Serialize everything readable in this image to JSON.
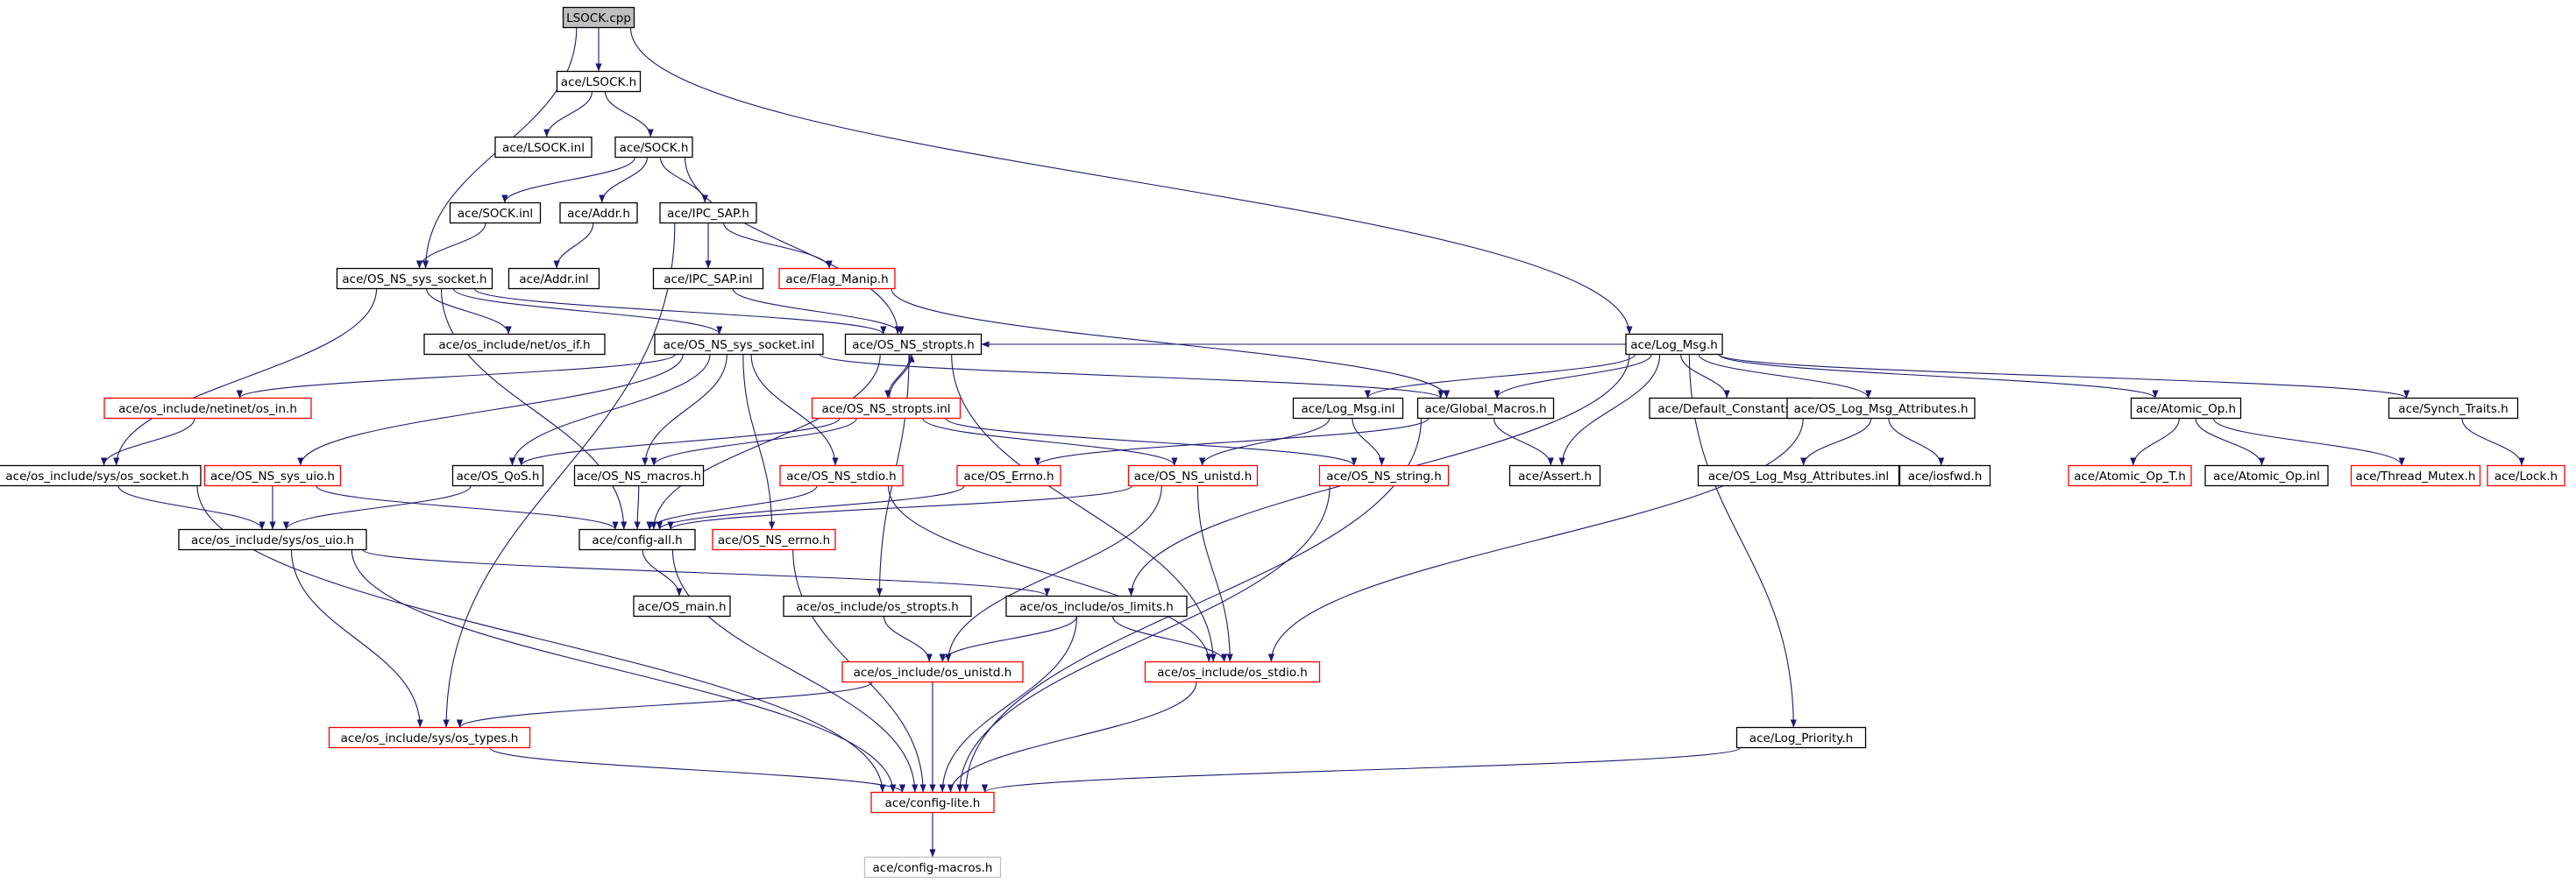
{
  "colors": {
    "edge": "#191970",
    "root_fill": "#bfbfbf",
    "box_default": "#000000",
    "box_undocumented": "#ff0000",
    "box_external": "#bfbfbf"
  },
  "graph": {
    "nodes": [
      {
        "id": "lsock_cpp",
        "label": "LSOCK.cpp",
        "style": "root"
      },
      {
        "id": "lsock_h",
        "label": "ace/LSOCK.h",
        "style": "default"
      },
      {
        "id": "lsock_inl",
        "label": "ace/LSOCK.inl",
        "style": "default"
      },
      {
        "id": "sock_h",
        "label": "ace/SOCK.h",
        "style": "default"
      },
      {
        "id": "sock_inl",
        "label": "ace/SOCK.inl",
        "style": "default"
      },
      {
        "id": "addr_h",
        "label": "ace/Addr.h",
        "style": "default"
      },
      {
        "id": "ipc_sap_h",
        "label": "ace/IPC_SAP.h",
        "style": "default"
      },
      {
        "id": "addr_inl",
        "label": "ace/Addr.inl",
        "style": "default"
      },
      {
        "id": "ipc_sap_inl",
        "label": "ace/IPC_SAP.inl",
        "style": "default"
      },
      {
        "id": "flag_manip",
        "label": "ace/Flag_Manip.h",
        "style": "undocumented"
      },
      {
        "id": "ns_sys_socket_h",
        "label": "ace/OS_NS_sys_socket.h",
        "style": "default"
      },
      {
        "id": "net_os_if",
        "label": "ace/os_include/net/os_if.h",
        "style": "default"
      },
      {
        "id": "ns_sys_socket_inl",
        "label": "ace/OS_NS_sys_socket.inl",
        "style": "default"
      },
      {
        "id": "ns_stropts_h",
        "label": "ace/OS_NS_stropts.h",
        "style": "default"
      },
      {
        "id": "log_msg_h",
        "label": "ace/Log_Msg.h",
        "style": "default"
      },
      {
        "id": "netinet_os_in",
        "label": "ace/os_include/netinet/os_in.h",
        "style": "undocumented"
      },
      {
        "id": "ns_stropts_inl",
        "label": "ace/OS_NS_stropts.inl",
        "style": "undocumented"
      },
      {
        "id": "log_msg_inl",
        "label": "ace/Log_Msg.inl",
        "style": "default"
      },
      {
        "id": "global_macros",
        "label": "ace/Global_Macros.h",
        "style": "default"
      },
      {
        "id": "default_constants",
        "label": "ace/Default_Constants.h",
        "style": "default"
      },
      {
        "id": "log_msg_attr_h",
        "label": "ace/OS_Log_Msg_Attributes.h",
        "style": "default"
      },
      {
        "id": "atomic_op_h",
        "label": "ace/Atomic_Op.h",
        "style": "default"
      },
      {
        "id": "synch_traits",
        "label": "ace/Synch_Traits.h",
        "style": "default"
      },
      {
        "id": "sys_os_socket",
        "label": "ace/os_include/sys/os_socket.h",
        "style": "default"
      },
      {
        "id": "ns_sys_uio",
        "label": "ace/OS_NS_sys_uio.h",
        "style": "undocumented"
      },
      {
        "id": "os_qos",
        "label": "ace/OS_QoS.h",
        "style": "default"
      },
      {
        "id": "ns_macros",
        "label": "ace/OS_NS_macros.h",
        "style": "default"
      },
      {
        "id": "ns_stdio_h",
        "label": "ace/OS_NS_stdio.h",
        "style": "undocumented"
      },
      {
        "id": "os_errno",
        "label": "ace/OS_Errno.h",
        "style": "undocumented"
      },
      {
        "id": "ns_unistd",
        "label": "ace/OS_NS_unistd.h",
        "style": "undocumented"
      },
      {
        "id": "ns_string",
        "label": "ace/OS_NS_string.h",
        "style": "undocumented"
      },
      {
        "id": "assert_h",
        "label": "ace/Assert.h",
        "style": "default"
      },
      {
        "id": "log_msg_attr_inl",
        "label": "ace/OS_Log_Msg_Attributes.inl",
        "style": "default"
      },
      {
        "id": "iosfwd",
        "label": "ace/iosfwd.h",
        "style": "default"
      },
      {
        "id": "atomic_op_t",
        "label": "ace/Atomic_Op_T.h",
        "style": "undocumented"
      },
      {
        "id": "atomic_op_inl",
        "label": "ace/Atomic_Op.inl",
        "style": "default"
      },
      {
        "id": "thread_mutex",
        "label": "ace/Thread_Mutex.h",
        "style": "undocumented"
      },
      {
        "id": "lock_h",
        "label": "ace/Lock.h",
        "style": "undocumented"
      },
      {
        "id": "sys_os_uio",
        "label": "ace/os_include/sys/os_uio.h",
        "style": "default"
      },
      {
        "id": "config_all",
        "label": "ace/config-all.h",
        "style": "default"
      },
      {
        "id": "ns_errno",
        "label": "ace/OS_NS_errno.h",
        "style": "undocumented"
      },
      {
        "id": "os_main",
        "label": "ace/OS_main.h",
        "style": "default"
      },
      {
        "id": "os_stropts",
        "label": "ace/os_include/os_stropts.h",
        "style": "default"
      },
      {
        "id": "os_limits",
        "label": "ace/os_include/os_limits.h",
        "style": "default"
      },
      {
        "id": "os_unistd",
        "label": "ace/os_include/os_unistd.h",
        "style": "undocumented"
      },
      {
        "id": "os_stdio",
        "label": "ace/os_include/os_stdio.h",
        "style": "undocumented"
      },
      {
        "id": "sys_os_types",
        "label": "ace/os_include/sys/os_types.h",
        "style": "undocumented"
      },
      {
        "id": "log_priority",
        "label": "ace/Log_Priority.h",
        "style": "default"
      },
      {
        "id": "config_lite",
        "label": "ace/config-lite.h",
        "style": "undocumented"
      },
      {
        "id": "config_macros",
        "label": "ace/config-macros.h",
        "style": "external"
      }
    ],
    "edges": [
      [
        "lsock_cpp",
        "lsock_h"
      ],
      [
        "lsock_cpp",
        "ns_sys_socket_h"
      ],
      [
        "lsock_cpp",
        "log_msg_h"
      ],
      [
        "lsock_h",
        "lsock_inl"
      ],
      [
        "lsock_h",
        "sock_h"
      ],
      [
        "sock_h",
        "sock_inl"
      ],
      [
        "sock_h",
        "addr_h"
      ],
      [
        "sock_h",
        "ipc_sap_h"
      ],
      [
        "sock_h",
        "ns_stropts_h"
      ],
      [
        "sock_inl",
        "ns_sys_socket_h"
      ],
      [
        "addr_h",
        "addr_inl"
      ],
      [
        "ipc_sap_h",
        "ipc_sap_inl"
      ],
      [
        "ipc_sap_h",
        "flag_manip"
      ],
      [
        "ipc_sap_h",
        "sys_os_types"
      ],
      [
        "ipc_sap_inl",
        "ns_stropts_h"
      ],
      [
        "flag_manip",
        "global_macros"
      ],
      [
        "ns_sys_socket_h",
        "net_os_if"
      ],
      [
        "ns_sys_socket_h",
        "ns_sys_socket_inl"
      ],
      [
        "ns_sys_socket_h",
        "sys_os_socket"
      ],
      [
        "ns_sys_socket_h",
        "config_all"
      ],
      [
        "ns_sys_socket_h",
        "ns_stropts_h"
      ],
      [
        "ns_sys_socket_inl",
        "netinet_os_in"
      ],
      [
        "ns_sys_socket_inl",
        "ns_sys_uio"
      ],
      [
        "ns_sys_socket_inl",
        "os_qos"
      ],
      [
        "ns_sys_socket_inl",
        "ns_macros"
      ],
      [
        "ns_sys_socket_inl",
        "ns_stdio_h"
      ],
      [
        "ns_sys_socket_inl",
        "ns_errno"
      ],
      [
        "ns_sys_socket_inl",
        "global_macros"
      ],
      [
        "ns_stropts_h",
        "ns_stropts_inl"
      ],
      [
        "ns_stropts_h",
        "config_all"
      ],
      [
        "ns_stropts_h",
        "os_stropts"
      ],
      [
        "ns_stropts_h",
        "os_stdio"
      ],
      [
        "ns_stropts_inl",
        "os_qos"
      ],
      [
        "ns_stropts_inl",
        "ns_macros"
      ],
      [
        "ns_stropts_inl",
        "ns_unistd"
      ],
      [
        "ns_stropts_inl",
        "ns_string"
      ],
      [
        "ns_stropts_inl",
        "ns_stropts_h"
      ],
      [
        "log_msg_h",
        "log_msg_inl"
      ],
      [
        "log_msg_h",
        "global_macros"
      ],
      [
        "log_msg_h",
        "default_constants"
      ],
      [
        "log_msg_h",
        "log_msg_attr_h"
      ],
      [
        "log_msg_h",
        "atomic_op_h"
      ],
      [
        "log_msg_h",
        "synch_traits"
      ],
      [
        "log_msg_h",
        "assert_h"
      ],
      [
        "log_msg_h",
        "os_limits"
      ],
      [
        "log_msg_h",
        "log_priority"
      ],
      [
        "log_msg_h",
        "ns_stropts_h"
      ],
      [
        "log_msg_inl",
        "ns_string"
      ],
      [
        "log_msg_inl",
        "ns_unistd"
      ],
      [
        "global_macros",
        "os_errno"
      ],
      [
        "global_macros",
        "assert_h"
      ],
      [
        "global_macros",
        "config_lite"
      ],
      [
        "log_msg_attr_h",
        "log_msg_attr_inl"
      ],
      [
        "log_msg_attr_h",
        "iosfwd"
      ],
      [
        "log_msg_attr_h",
        "os_stdio"
      ],
      [
        "atomic_op_h",
        "atomic_op_t"
      ],
      [
        "atomic_op_h",
        "atomic_op_inl"
      ],
      [
        "atomic_op_h",
        "thread_mutex"
      ],
      [
        "synch_traits",
        "lock_h"
      ],
      [
        "netinet_os_in",
        "sys_os_socket"
      ],
      [
        "sys_os_socket",
        "sys_os_uio"
      ],
      [
        "sys_os_socket",
        "config_lite"
      ],
      [
        "ns_sys_uio",
        "sys_os_uio"
      ],
      [
        "ns_sys_uio",
        "config_all"
      ],
      [
        "os_qos",
        "sys_os_uio"
      ],
      [
        "ns_macros",
        "config_all"
      ],
      [
        "ns_stdio_h",
        "config_all"
      ],
      [
        "ns_stdio_h",
        "os_stdio"
      ],
      [
        "os_errno",
        "config_all"
      ],
      [
        "ns_unistd",
        "config_all"
      ],
      [
        "ns_unistd",
        "os_unistd"
      ],
      [
        "ns_unistd",
        "os_stdio"
      ],
      [
        "ns_string",
        "config_lite"
      ],
      [
        "sys_os_uio",
        "sys_os_types"
      ],
      [
        "sys_os_uio",
        "os_limits"
      ],
      [
        "sys_os_uio",
        "config_lite"
      ],
      [
        "config_all",
        "os_main"
      ],
      [
        "config_all",
        "config_lite"
      ],
      [
        "ns_errno",
        "config_lite"
      ],
      [
        "os_stropts",
        "os_unistd"
      ],
      [
        "os_limits",
        "os_unistd"
      ],
      [
        "os_limits",
        "os_stdio"
      ],
      [
        "os_limits",
        "config_lite"
      ],
      [
        "os_unistd",
        "sys_os_types"
      ],
      [
        "os_unistd",
        "config_lite"
      ],
      [
        "os_stdio",
        "config_lite"
      ],
      [
        "sys_os_types",
        "config_lite"
      ],
      [
        "log_priority",
        "config_lite"
      ],
      [
        "config_lite",
        "config_macros"
      ]
    ]
  }
}
